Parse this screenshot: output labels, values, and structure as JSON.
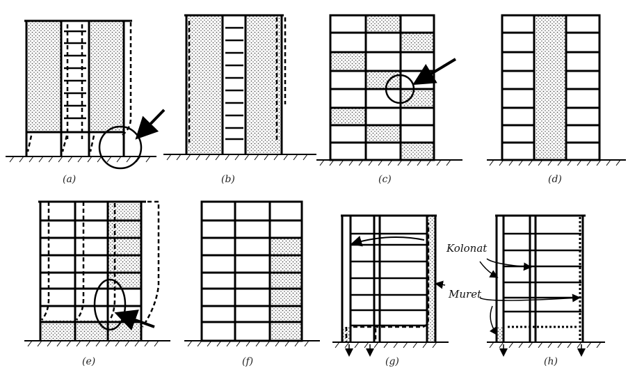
{
  "captions": {
    "a": "(a)",
    "b": "(b)",
    "c": "(c)",
    "d": "(d)",
    "e": "(e)",
    "f": "(f)",
    "g": "(g)",
    "h": "(h)"
  },
  "labels": {
    "kolonat": "Kolonat",
    "muret": "Muret"
  }
}
